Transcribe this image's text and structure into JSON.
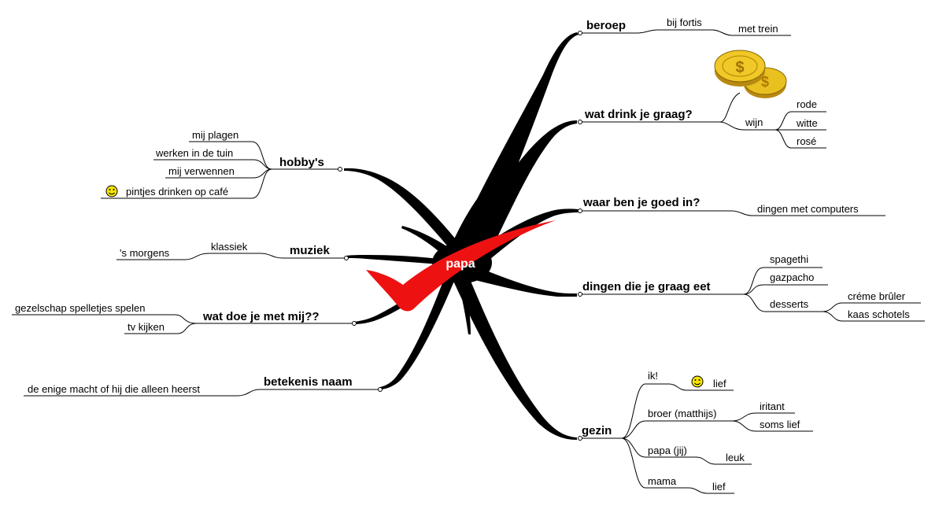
{
  "center": {
    "label": "papa"
  },
  "branches": {
    "beroep": {
      "label": "beroep",
      "children": {
        "bij_fortis": "bij fortis",
        "met_trein": "met trein"
      }
    },
    "drink": {
      "label": "wat drink je graag?",
      "children": {
        "wijn": "wijn",
        "rode": "rode",
        "witte": "witte",
        "rose": "rosé"
      }
    },
    "goed": {
      "label": "waar ben je goed in?",
      "children": {
        "computers": "dingen met computers"
      }
    },
    "eet": {
      "label": "dingen die je graag eet",
      "children": {
        "spagethi": "spagethi",
        "gazpacho": "gazpacho",
        "desserts": "desserts",
        "creme": "créme brûler",
        "kaas": "kaas schotels"
      }
    },
    "gezin": {
      "label": "gezin",
      "children": {
        "ik": "ik!",
        "ik_lief": "lief",
        "broer": "broer (matthijs)",
        "iritant": "iritant",
        "soms_lief": "soms lief",
        "papa": "papa (jij)",
        "leuk": "leuk",
        "mama": "mama",
        "mama_lief": "lief"
      }
    },
    "hobbys": {
      "label": "hobby's",
      "children": {
        "plagen": "mij plagen",
        "tuin": "werken in de tuin",
        "verwennen": "mij verwennen",
        "pintjes": "pintjes drinken op café"
      }
    },
    "muziek": {
      "label": "muziek",
      "children": {
        "klassiek": "klassiek",
        "morgens": "'s morgens"
      }
    },
    "mijdoe": {
      "label": "wat doe je met mij??",
      "children": {
        "spelletjes": "gezelschap spelletjes spelen",
        "tv": "tv kijken"
      }
    },
    "naam": {
      "label": "betekenis naam",
      "children": {
        "macht": "de enige macht of hij die alleen heerst"
      }
    }
  },
  "colors": {
    "branch": "#000000",
    "accent": "#ee1111",
    "coin": "#e8c020",
    "smiley": "#f5e400"
  }
}
